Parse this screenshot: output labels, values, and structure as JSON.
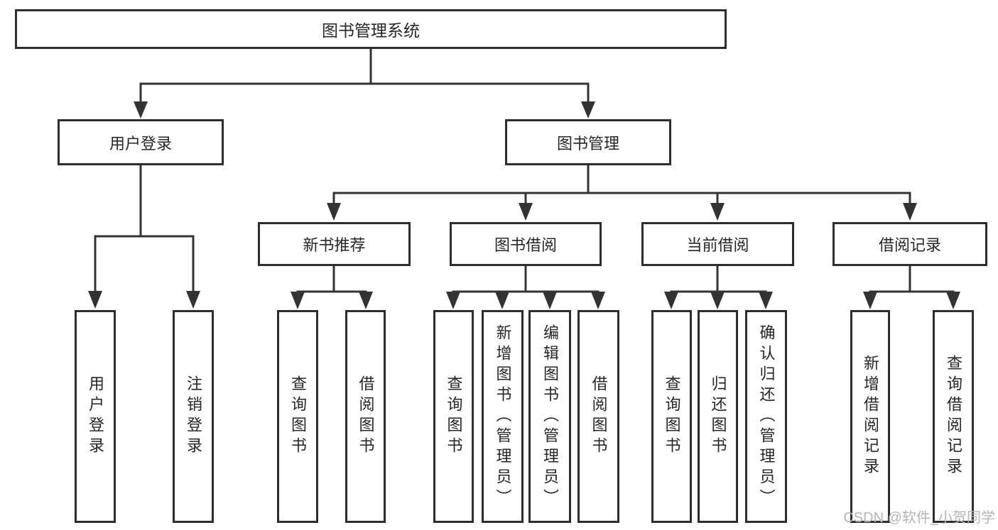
{
  "colors": {
    "line": "#333333",
    "border": "#2d2d2d",
    "text": "#262626",
    "watermark": "#b7b3b3",
    "background": "#ffffff"
  },
  "watermark": {
    "text": "CSDN @软件_小贺同学"
  },
  "tree": {
    "root": {
      "label": "图书管理系统"
    },
    "children": [
      {
        "label": "用户登录",
        "children": [
          {
            "label": "用户登录"
          },
          {
            "label": "注销登录"
          }
        ]
      },
      {
        "label": "图书管理",
        "children": [
          {
            "label": "新书推荐",
            "children": [
              {
                "label": "查询图书"
              },
              {
                "label": "借阅图书"
              }
            ]
          },
          {
            "label": "图书借阅",
            "children": [
              {
                "label": "查询图书"
              },
              {
                "label": "新增图书（管理员）"
              },
              {
                "label": "编辑图书（管理员）"
              },
              {
                "label": "借阅图书"
              }
            ]
          },
          {
            "label": "当前借阅",
            "children": [
              {
                "label": "查询图书"
              },
              {
                "label": "归还图书"
              },
              {
                "label": "确认归还（管理员）"
              }
            ]
          },
          {
            "label": "借阅记录",
            "children": [
              {
                "label": "新增借阅记录"
              },
              {
                "label": "查询借阅记录"
              }
            ]
          }
        ]
      }
    ]
  }
}
